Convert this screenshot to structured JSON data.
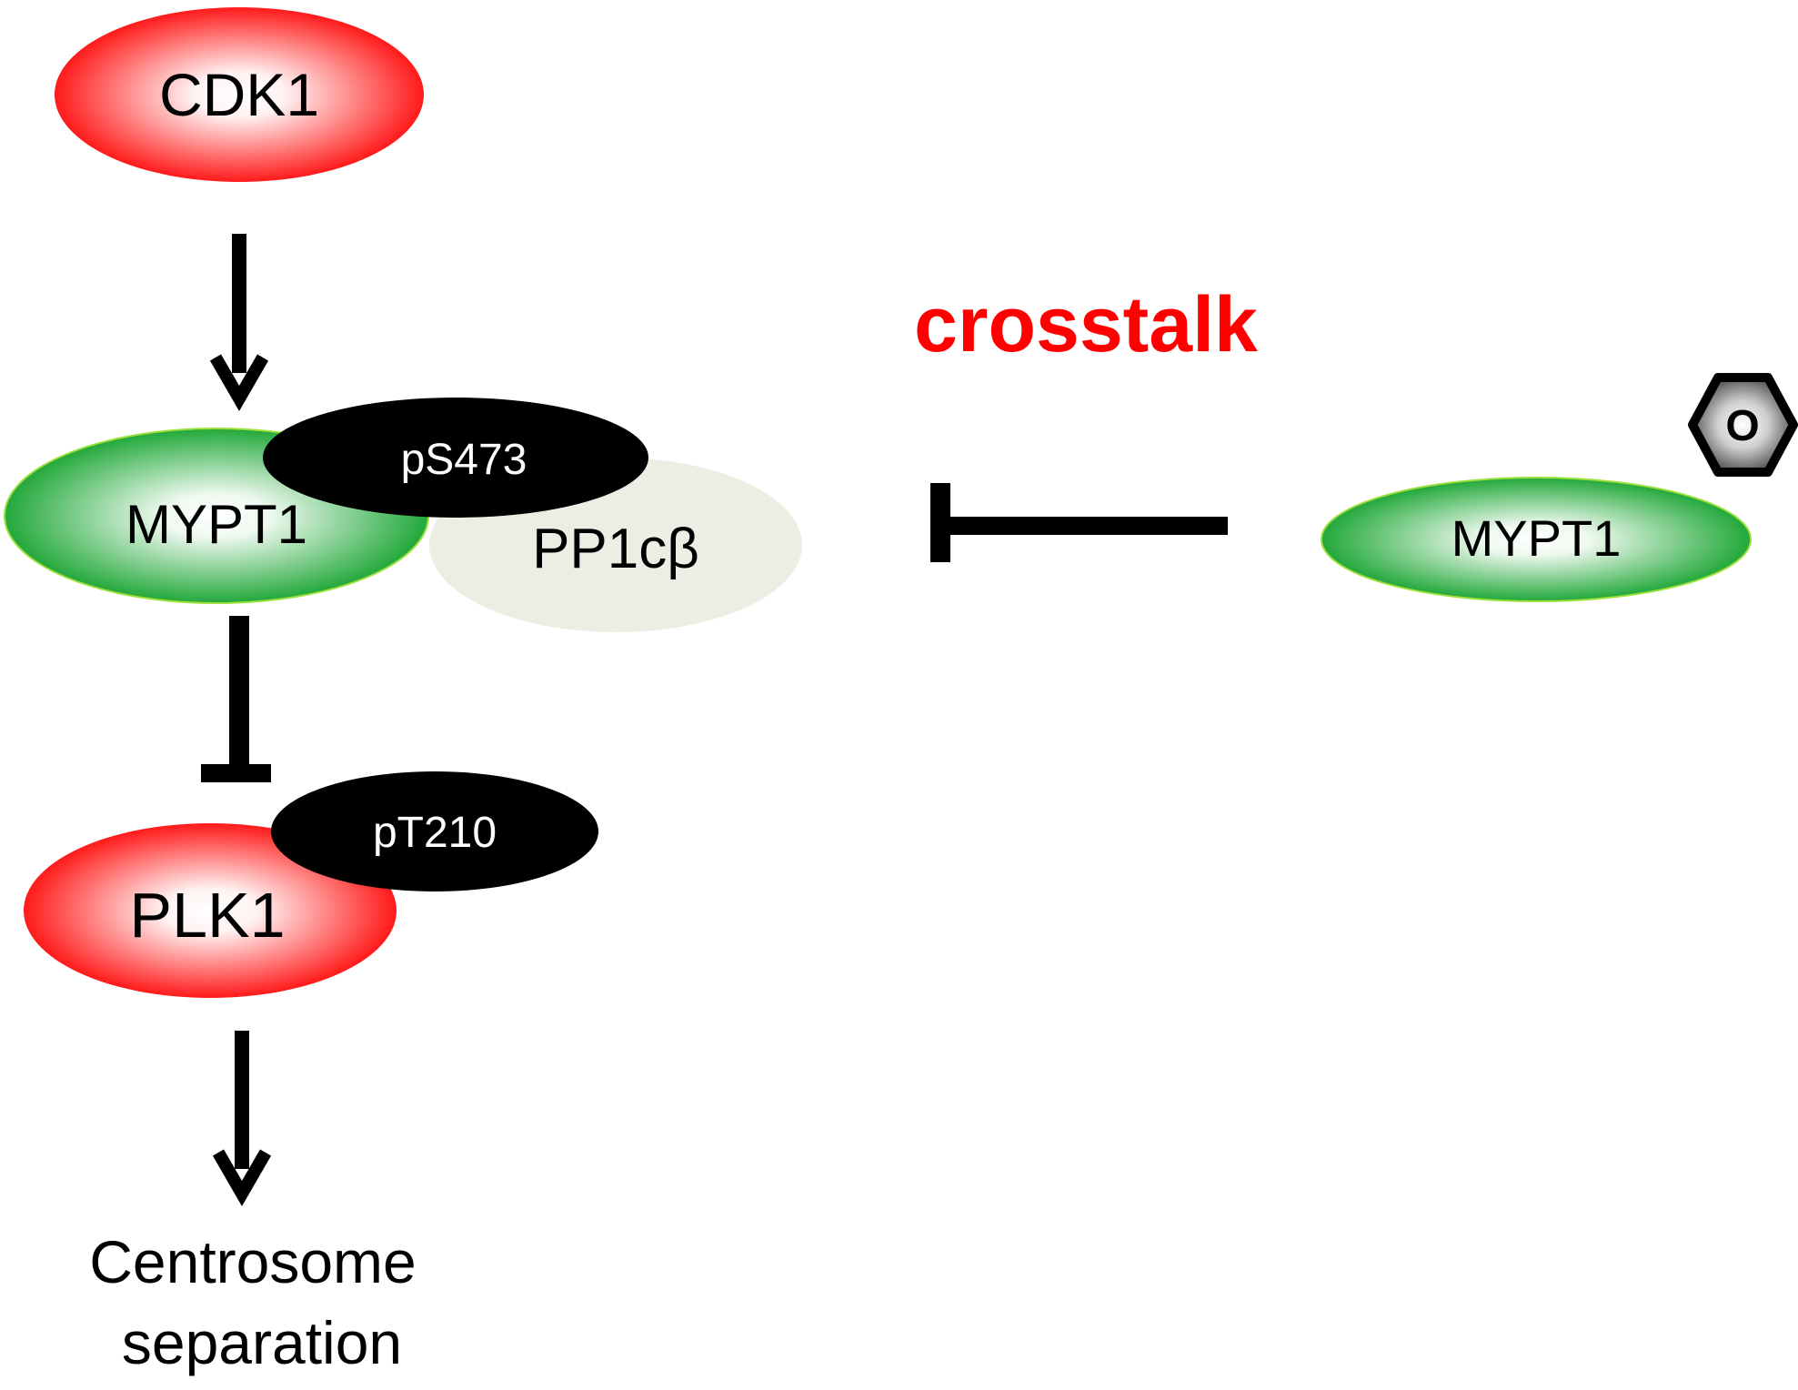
{
  "nodes": {
    "cdk1": {
      "label": "CDK1",
      "color": "#ff1a1a"
    },
    "mypt1_left": {
      "label": "MYPT1",
      "color": "#22a83a"
    },
    "ps473": {
      "label": "pS473",
      "color": "#000000"
    },
    "pp1cb": {
      "label": "PP1cβ",
      "color": "#eeede4"
    },
    "plk1": {
      "label": "PLK1",
      "color": "#ff1a1a"
    },
    "pt210": {
      "label": "pT210",
      "color": "#000000"
    },
    "mypt1_right": {
      "label": "MYPT1",
      "color": "#22a83a"
    },
    "modification_badge": {
      "label": "O",
      "icon": "o-glcnac-hexagon-icon"
    }
  },
  "outcome": {
    "line1": "Centrosome",
    "line2": "separation"
  },
  "crosstalk": {
    "label": "crosstalk",
    "color": "#ff0000"
  },
  "edges": [
    {
      "from": "CDK1",
      "to": "MYPT1",
      "type": "activation"
    },
    {
      "from": "MYPT1",
      "to": "PLK1",
      "type": "inhibition"
    },
    {
      "from": "PLK1",
      "to": "Centrosome separation",
      "type": "activation"
    },
    {
      "from": "MYPT1 (O-modified)",
      "to": "MYPT1 pS473",
      "type": "inhibition"
    }
  ]
}
